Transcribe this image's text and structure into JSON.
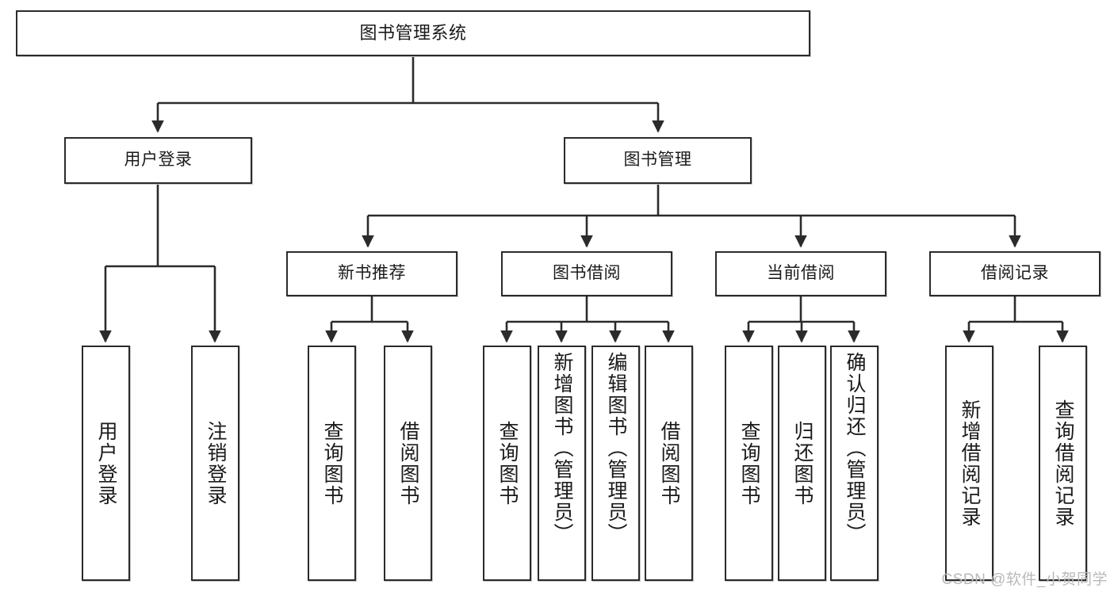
{
  "diagram": {
    "title": "图书管理系统",
    "type": "tree-hierarchy-chart",
    "root": {
      "label": "图书管理系统"
    },
    "level2": [
      {
        "label": "用户登录"
      },
      {
        "label": "图书管理"
      }
    ],
    "level3": [
      {
        "label": "新书推荐"
      },
      {
        "label": "图书借阅"
      },
      {
        "label": "当前借阅"
      },
      {
        "label": "借阅记录"
      }
    ],
    "leaves": {
      "user_login": [
        {
          "label": "用户登录"
        },
        {
          "label": "注销登录"
        }
      ],
      "new_book_recommend": [
        {
          "label": "查询图书"
        },
        {
          "label": "借阅图书"
        }
      ],
      "book_borrow": [
        {
          "label": "查询图书"
        },
        {
          "label": "新增图书（管理员）"
        },
        {
          "label": "编辑图书（管理员）"
        },
        {
          "label": "借阅图书"
        }
      ],
      "current_borrow": [
        {
          "label": "查询图书"
        },
        {
          "label": "归还图书"
        },
        {
          "label": "确认归还（管理员）"
        }
      ],
      "borrow_record": [
        {
          "label": "新增借阅记录"
        },
        {
          "label": "查询借阅记录"
        }
      ]
    },
    "watermark": "CSDN @软件_小贺同学",
    "colors": {
      "box_border": "#2b2b2b",
      "box_fill": "#ffffff",
      "connector": "#2b2b2b",
      "text": "#1a1a1a",
      "watermark": "#b9b9b9",
      "background": "#ffffff"
    }
  }
}
